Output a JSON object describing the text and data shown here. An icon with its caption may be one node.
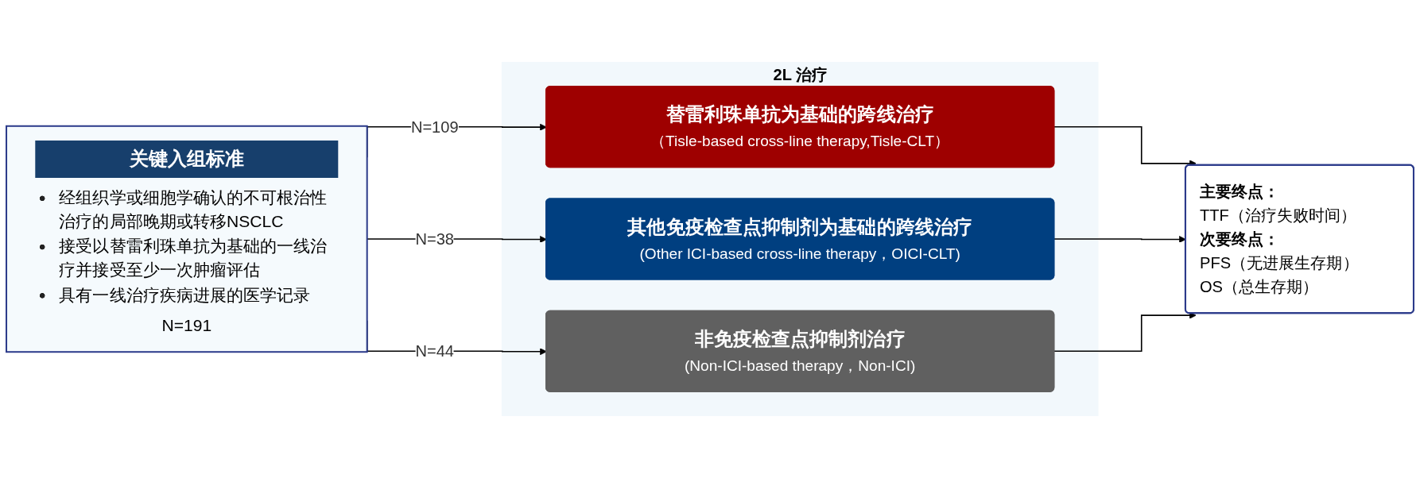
{
  "diagram": {
    "nodes": [
      {
        "text": [
          "关键入组标准",
          "经组织学或细胞学确认的不可根治性治疗的局部晚期或转移NSCLC",
          "接受以替雷利珠单抗为基础的一线治疗并接受至少一次肿瘤评估",
          "具有一线治疗疾病进展的医学记录",
          "N=191"
        ]
      },
      {
        "text": [
          "2L 治疗"
        ]
      },
      {
        "text": [
          "替雷利珠单抗为基础的跨线治疗",
          "（Tisle-based cross-line therapy,Tisle-CLT）"
        ],
        "in": 1
      },
      {
        "text": [
          "其他免疫检查点抑制剂为基础的跨线治疗",
          "(Other ICI-based cross-line therapy，OICI-CLT)"
        ],
        "in": 1
      },
      {
        "text": [
          "非免疫检查点抑制剂治疗",
          "(Non-ICI-based therapy，Non-ICI)"
        ],
        "in": 1
      },
      {
        "text": [
          "主要终点：",
          "TTF（治疗失败时间）",
          "次要终点：",
          "PFS（无进展生存期）",
          "OS（总生存期）"
        ]
      }
    ],
    "edges": [
      {
        "from": 0,
        "to": 2,
        "arrow": "to",
        "label": "N=109"
      },
      {
        "from": 0,
        "to": 3,
        "arrow": "to",
        "label": "N=38"
      },
      {
        "from": 0,
        "to": 4,
        "arrow": "to",
        "label": "N=44"
      },
      {
        "from": 2,
        "to": 5,
        "arrow": "to"
      },
      {
        "from": 3,
        "to": 5,
        "arrow": "to"
      },
      {
        "from": 4,
        "to": 5,
        "arrow": "to"
      }
    ]
  }
}
